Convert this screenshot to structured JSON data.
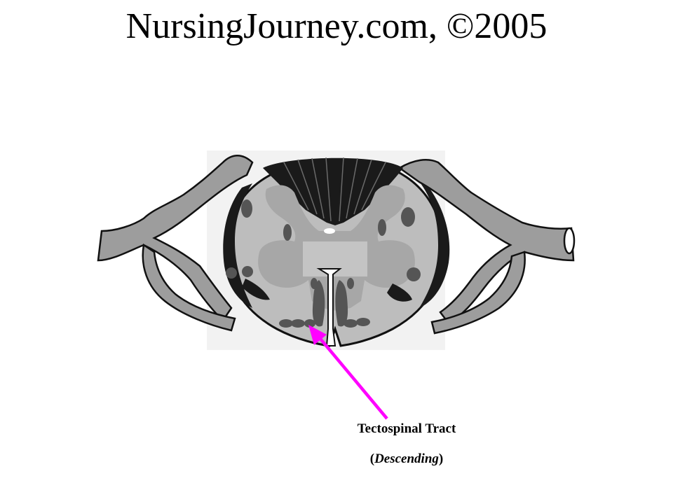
{
  "title": "NursingJourney.com, ©2005",
  "label": {
    "name": "Tectospinal Tract",
    "open_paren": "(",
    "direction": "Descending",
    "close_paren": ")"
  },
  "colors": {
    "white_matter": "#bdbdbd",
    "gray_matter": "#a7a7a7",
    "dark_tract": "#1a1a1a",
    "medium_tract": "#555555",
    "nerve_root": "#9d9d9d",
    "outline": "#111111",
    "arrow": "#ff00ff"
  }
}
